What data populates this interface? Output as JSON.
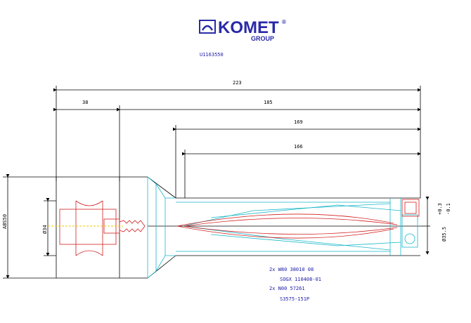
{
  "brand": {
    "name": "KOMET",
    "sub": "GROUP",
    "reg": "®"
  },
  "part_number": "U1163550",
  "dimensions": {
    "overall": "223",
    "shank_length": "38",
    "tool_length": "185",
    "d1": "169",
    "d2": "166",
    "shank_dia": "Ø34",
    "bore_dia": "Ø35.5",
    "tol_upper": "+0.3",
    "tol_lower": "-0.1",
    "abs": "ABS50"
  },
  "parts": [
    "2x W80 38010 08",
    "SOGX 110408-01",
    "2x N00 57261",
    "S3575-151P"
  ],
  "colors": {
    "brand": "#2a2aa8",
    "cyan": "#19b8c8",
    "red": "#d21e1e",
    "yellow": "#e8c800",
    "text": "#1a1aa8"
  }
}
